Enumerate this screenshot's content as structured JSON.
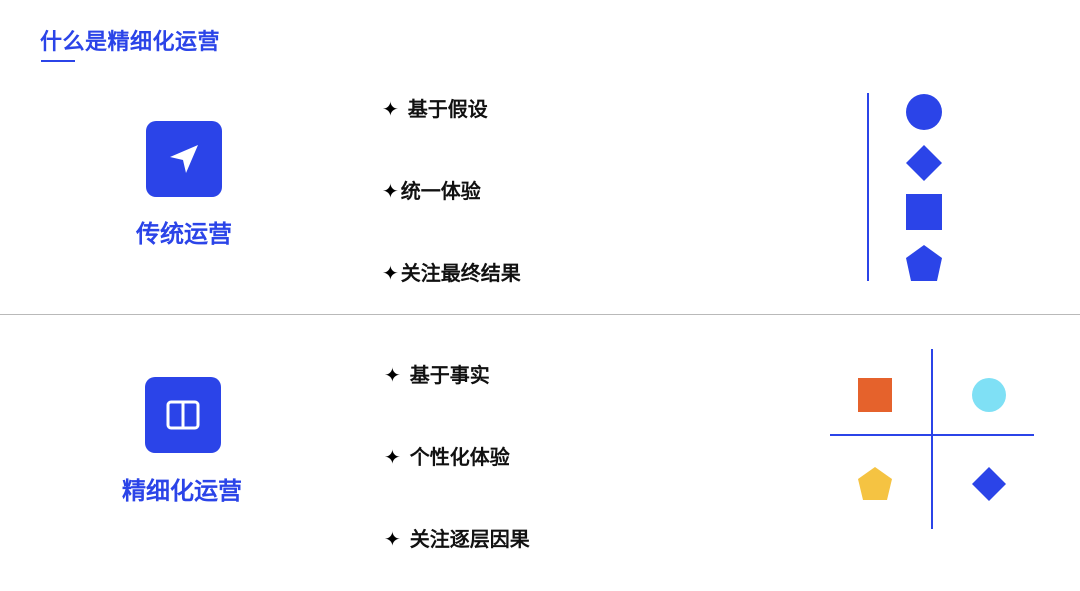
{
  "page_title": "什么是精细化运营",
  "traditional": {
    "label": "传统运营",
    "icon": "navigation-arrow-icon",
    "points": [
      {
        "star": "✦",
        "text": " 基于假设"
      },
      {
        "star": "✦",
        "text": "统一体验"
      },
      {
        "star": "✦",
        "text": "关注最终结果"
      }
    ],
    "shapes": [
      "circle-icon",
      "diamond-icon",
      "square-icon",
      "pentagon-icon"
    ]
  },
  "refined": {
    "label": "精细化运营",
    "icon": "split-panel-icon",
    "points": [
      {
        "star": "✦",
        "text": "  基于事实"
      },
      {
        "star": "✦",
        "text": " 个性化体验"
      },
      {
        "star": "✦",
        "text": " 关注逐层因果"
      }
    ],
    "quadrant_shapes": [
      "square-icon",
      "circle-icon",
      "pentagon-icon",
      "diamond-icon"
    ]
  },
  "colors": {
    "accent": "#2b44e8",
    "orange": "#e5622c",
    "cyan": "#7fe0f5",
    "yellow": "#f5c342"
  }
}
